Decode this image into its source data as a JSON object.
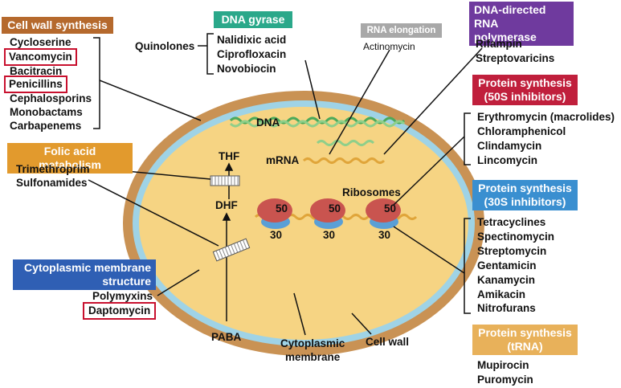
{
  "colors": {
    "cell_wall_header": "#b5692d",
    "gyrase_header": "#2aa88a",
    "rna_elong_header": "#a8a8a8",
    "rna_pol_header": "#6f3a9e",
    "p50s_header": "#c01f3c",
    "p30s_header": "#3a8fd0",
    "folic_header": "#e29a2d",
    "membrane_header": "#2f5fb4",
    "trna_header": "#e8b15a",
    "cell_wall": "#c99254",
    "membrane": "#9fd3e6",
    "cytoplasm": "#f6d483",
    "ribosome_large": "#c9544f",
    "ribosome_small": "#5a9fd6",
    "dna": "#4caa5b",
    "mrna": "#e0a53a",
    "highlight": "#c8102e"
  },
  "groups": {
    "cell_wall": {
      "title": "Cell wall synthesis",
      "drugs": [
        "Cycloserine",
        "Vancomycin",
        "Bacitracin",
        "Penicillins",
        "Cephalosporins",
        "Monobactams",
        "Carbapenems"
      ]
    },
    "gyrase": {
      "title": "DNA gyrase",
      "prefix": "Quinolones",
      "drugs": [
        "Nalidixic acid",
        "Ciprofloxacin",
        "Novobiocin"
      ]
    },
    "rna_elongation": {
      "title": "RNA elongation",
      "drugs": [
        "Actinomycin"
      ]
    },
    "rna_polymerase": {
      "title_line1": "DNA-directed RNA",
      "title_line2": "polymerase",
      "drugs": [
        "Rifampin",
        "Streptovaricins"
      ]
    },
    "protein_50s": {
      "title_line1": "Protein synthesis",
      "title_line2": "(50S inhibitors)",
      "drugs": [
        "Erythromycin (macrolides)",
        "Chloramphenicol",
        "Clindamycin",
        "Lincomycin"
      ]
    },
    "protein_30s": {
      "title_line1": "Protein synthesis",
      "title_line2": "(30S inhibitors)",
      "drugs": [
        "Tetracyclines",
        "Spectinomycin",
        "Streptomycin",
        "Gentamicin",
        "Kanamycin",
        "Amikacin",
        "Nitrofurans"
      ]
    },
    "folic": {
      "title": "Folic acid metabolism",
      "drugs": [
        "Trimethroprim",
        "Sulfonamides"
      ]
    },
    "membrane": {
      "title_line1": "Cytoplasmic membrane",
      "title_line2": "structure",
      "drugs": [
        "Polymyxins",
        "Daptomycin"
      ]
    },
    "trna": {
      "title_line1": "Protein synthesis",
      "title_line2": "(tRNA)",
      "drugs": [
        "Mupirocin",
        "Puromycin"
      ]
    }
  },
  "cell_labels": {
    "dna": "DNA",
    "mrna": "mRNA",
    "thf": "THF",
    "dhf": "DHF",
    "ribosomes": "Ribosomes",
    "large_subunit": "50",
    "small_subunit": "30",
    "paba": "PABA",
    "cyto_membrane_line1": "Cytoplasmic",
    "cyto_membrane_line2": "membrane",
    "cell_wall": "Cell wall"
  }
}
